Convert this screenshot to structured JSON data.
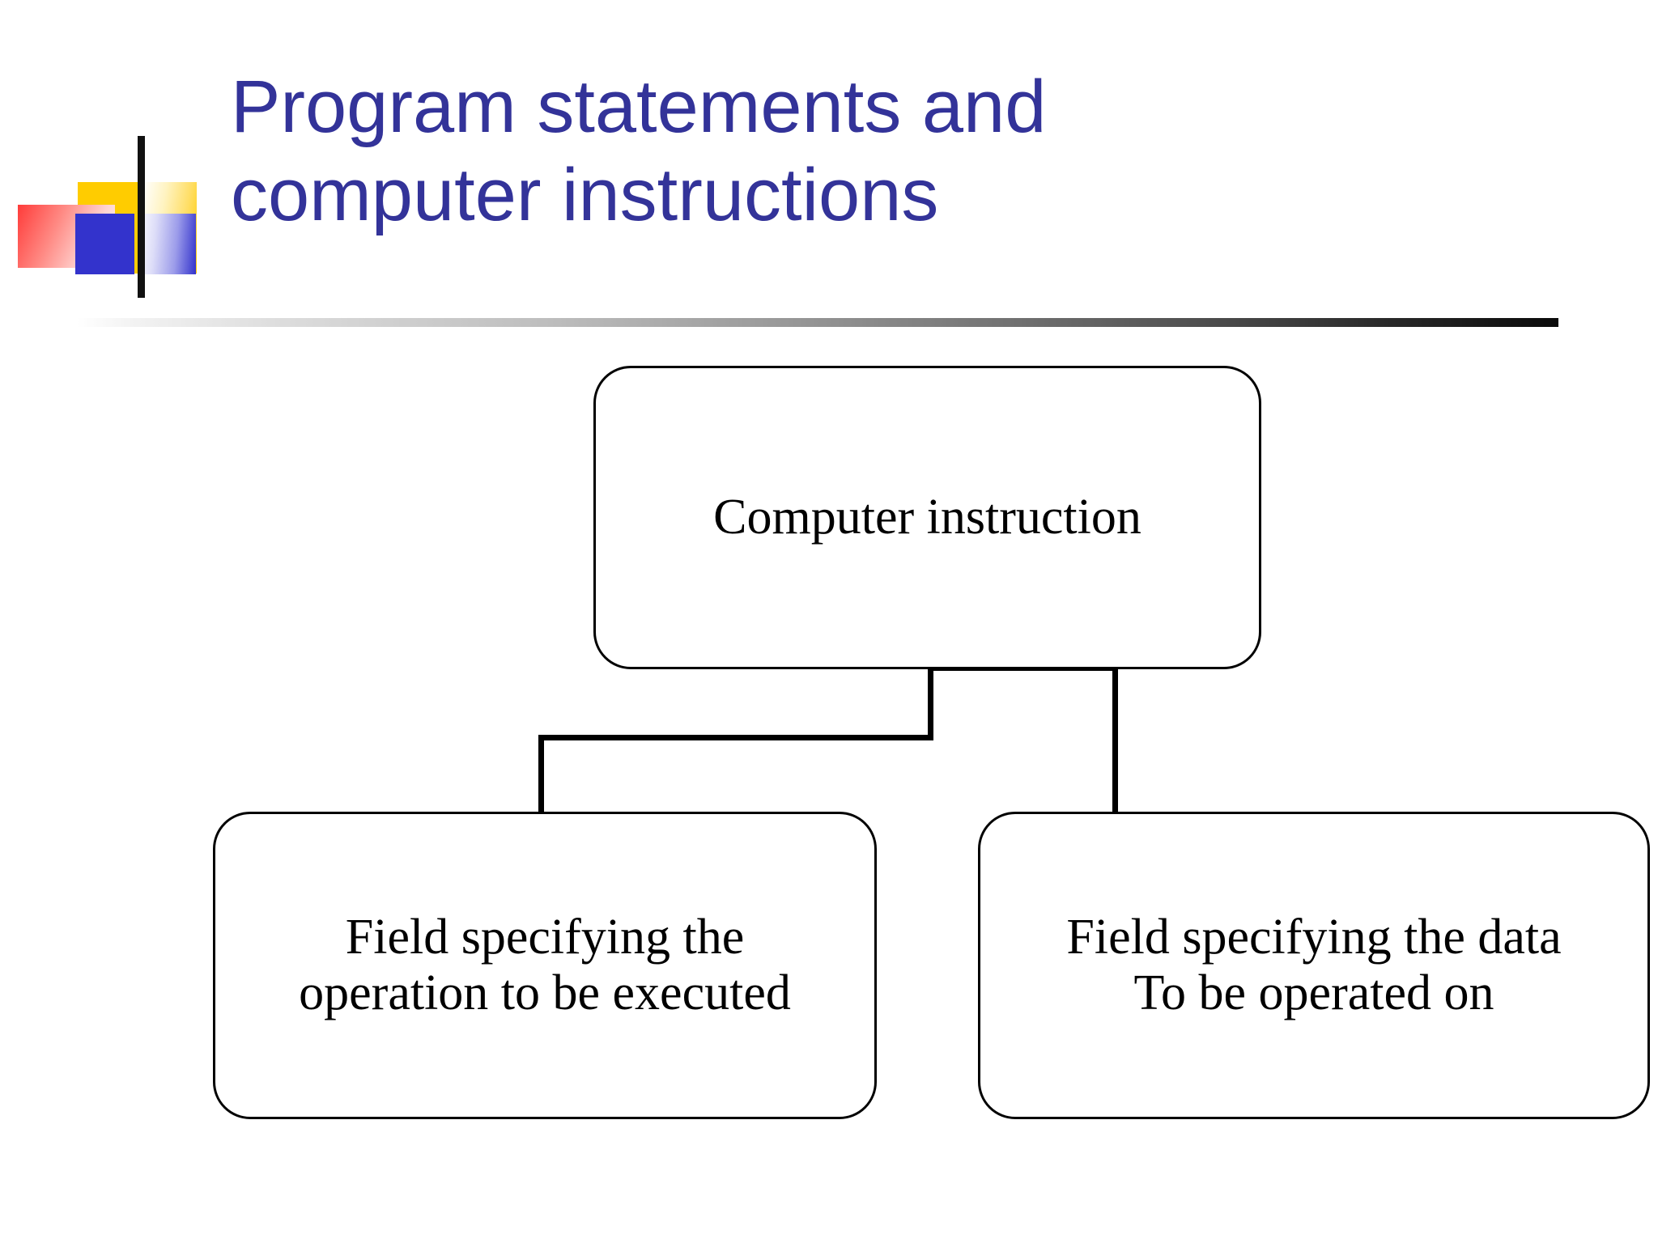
{
  "slide": {
    "title": "Program statements and\ncomputer instructions",
    "title_color": "#333399",
    "background_color": "#FFFFFF"
  },
  "decoration": {
    "logo_name": "powerpoint-blocks-logo",
    "colors": {
      "yellow": "#FFCC00",
      "red": "#FF3B39",
      "blue": "#3333CC",
      "rule_dark": "#0A0A0A"
    }
  },
  "diagram": {
    "type": "tree",
    "root": {
      "id": "computer-instruction",
      "label": "Computer instruction"
    },
    "children": [
      {
        "id": "operation-field",
        "label": "Field specifying the\noperation to be executed"
      },
      {
        "id": "data-field",
        "label": "Field specifying the data\nTo be operated on"
      }
    ],
    "edges": [
      {
        "from": "computer-instruction",
        "to": "operation-field"
      },
      {
        "from": "computer-instruction",
        "to": "data-field"
      }
    ]
  }
}
